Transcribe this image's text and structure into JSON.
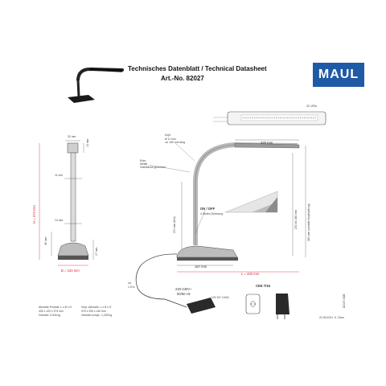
{
  "header": {
    "title_line1": "Technisches Datenblatt / Technical Datasheet",
    "title_line2": "Art.-No. 82027",
    "brand": "MAUL"
  },
  "leds": {
    "label": "32 LEDs"
  },
  "front_view": {
    "dim_top_width": "32 mm",
    "dim_top_height": "13 mm",
    "dim_upper_dia": "11 mm",
    "dim_lower_dia": "13 mm",
    "dim_base_height": "45 mm",
    "dim_foot_height": "17 mm",
    "dim_total_height": "H = 373 mm",
    "dim_base_width": "B = 120 mm"
  },
  "side_view": {
    "head_label_1": "Kopf",
    "head_label_2": "Ø 11 mm",
    "head_label_3": "ca. 160 mm lang",
    "arm_label_1": "Rohr:",
    "arm_label_2": "Metall",
    "arm_label_3": "Oberfläche gummiert",
    "dim_head_length": "320 mm",
    "dim_arm_height": "200 mm (fest)",
    "switch_label": "ON / OFF",
    "dimming_label": "4 Stufen Dimmung",
    "dim_base_depth": "167 mm",
    "dim_total_length": "L = 430 mm",
    "dim_head_height": "230 bis 380 mm",
    "dim_max_height": "360 mm (variable Kopfstellung)",
    "cable_label_1": "ca.",
    "cable_label_2": "1,5 m"
  },
  "power": {
    "voltage_1": "220-240V~",
    "voltage_2": "50/60 Hz",
    "output": "12V DC 0.40A",
    "plug_label": "CEE 7/16"
  },
  "specs": {
    "product_dims_label": "Abmaße Produkt: L x B x H",
    "product_dims": "430 x 120 x 373 mm",
    "product_weight": "Gewicht: 0,940 kg",
    "pack_dims_label": "Verp.-Abmaße: L x B x H",
    "pack_dims": "375 x 205 x 140 mm",
    "pack_weight": "Gewicht kompl.: 1,239 kg"
  },
  "footer": {
    "date": "22.06.2021",
    "author": "K. Diver",
    "side_code": "82027-SDB"
  }
}
